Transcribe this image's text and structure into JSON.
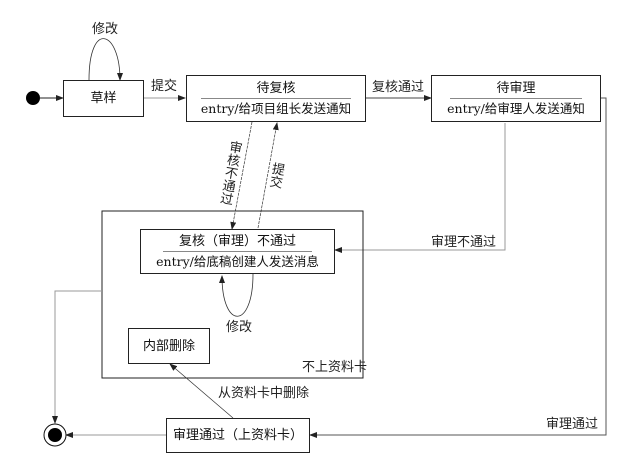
{
  "states": {
    "draft": {
      "name": "草样"
    },
    "pending_review": {
      "name": "待复核",
      "entry": "entry/给项目组长发送通知"
    },
    "pending_approval": {
      "name": "待审理",
      "entry": "entry/给审理人发送通知"
    },
    "rejected": {
      "name": "复核（审理）不通过",
      "entry": "entry/给底稿创建人发送消息"
    },
    "internal_delete": {
      "name": "内部删除"
    },
    "approved": {
      "name": "审理通过（上资料卡）"
    }
  },
  "composite": {
    "label": "不上资料卡"
  },
  "transitions": {
    "draft_self_modify": "修改",
    "draft_submit": "提交",
    "review_pass": "复核通过",
    "review_fail": "审核不通过",
    "resubmit": "提交",
    "approval_fail": "审理不通过",
    "rejected_self_modify": "修改",
    "delete_from_card": "从资料卡中删除",
    "approval_pass": "审理通过"
  }
}
